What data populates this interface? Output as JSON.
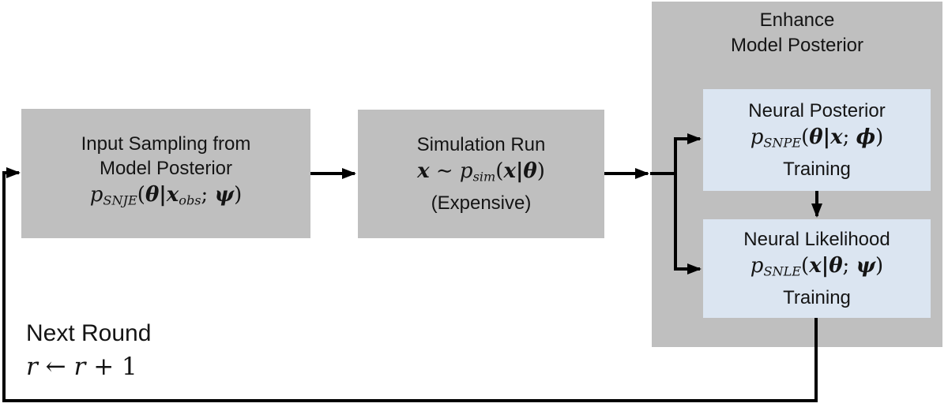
{
  "colors": {
    "box_gray": "#bfbfbf",
    "box_blue": "#dbe5f1",
    "line_color": "#000000",
    "text_color": "#141414"
  },
  "nodes": {
    "input_sampling": {
      "line1": "Input Sampling from",
      "line2": "Model Posterior",
      "formula": [
        {
          "t": "p",
          "i": true
        },
        {
          "t": "SNJE",
          "i": true,
          "sub": true
        },
        {
          "t": "("
        },
        {
          "t": "θ",
          "b": true,
          "i": true
        },
        {
          "t": "|",
          "b": true
        },
        {
          "t": "x",
          "b": true,
          "i": true
        },
        {
          "t": "obs",
          "i": true,
          "sub": true
        },
        {
          "t": "; "
        },
        {
          "t": "ψ",
          "b": true,
          "i": true
        },
        {
          "t": ")"
        }
      ]
    },
    "simulation": {
      "line1": "Simulation Run",
      "formula": [
        {
          "t": "x",
          "b": true,
          "i": true
        },
        {
          "t": " ∼ "
        },
        {
          "t": "p",
          "i": true
        },
        {
          "t": "sim",
          "i": true,
          "sub": true
        },
        {
          "t": "("
        },
        {
          "t": "x",
          "b": true,
          "i": true
        },
        {
          "t": "|",
          "b": true
        },
        {
          "t": "θ",
          "b": true,
          "i": true
        },
        {
          "t": ")"
        }
      ],
      "line3": "(Expensive)"
    },
    "enhance": {
      "title_line1": "Enhance",
      "title_line2": "Model Posterior"
    },
    "neural_posterior": {
      "line1": "Neural Posterior",
      "formula": [
        {
          "t": "p",
          "i": true
        },
        {
          "t": "SNPE",
          "i": true,
          "sub": true
        },
        {
          "t": "("
        },
        {
          "t": "θ",
          "b": true,
          "i": true
        },
        {
          "t": "|",
          "b": true
        },
        {
          "t": "x",
          "b": true,
          "i": true
        },
        {
          "t": "; "
        },
        {
          "t": "ϕ",
          "b": true,
          "i": true
        },
        {
          "t": ")"
        }
      ],
      "line3": "Training"
    },
    "neural_likelihood": {
      "line1": "Neural Likelihood",
      "formula": [
        {
          "t": "p",
          "i": true
        },
        {
          "t": "SNLE",
          "i": true,
          "sub": true
        },
        {
          "t": "("
        },
        {
          "t": "x",
          "b": true,
          "i": true
        },
        {
          "t": "|",
          "b": true
        },
        {
          "t": "θ",
          "b": true,
          "i": true
        },
        {
          "t": "; "
        },
        {
          "t": "ψ",
          "b": true,
          "i": true
        },
        {
          "t": ")"
        }
      ],
      "line3": "Training"
    }
  },
  "annotations": {
    "next_round": {
      "label": "Next Round",
      "formula": [
        {
          "t": "r",
          "i": true
        },
        {
          "t": " ← "
        },
        {
          "t": "r",
          "i": true
        },
        {
          "t": " + 1"
        }
      ]
    }
  }
}
